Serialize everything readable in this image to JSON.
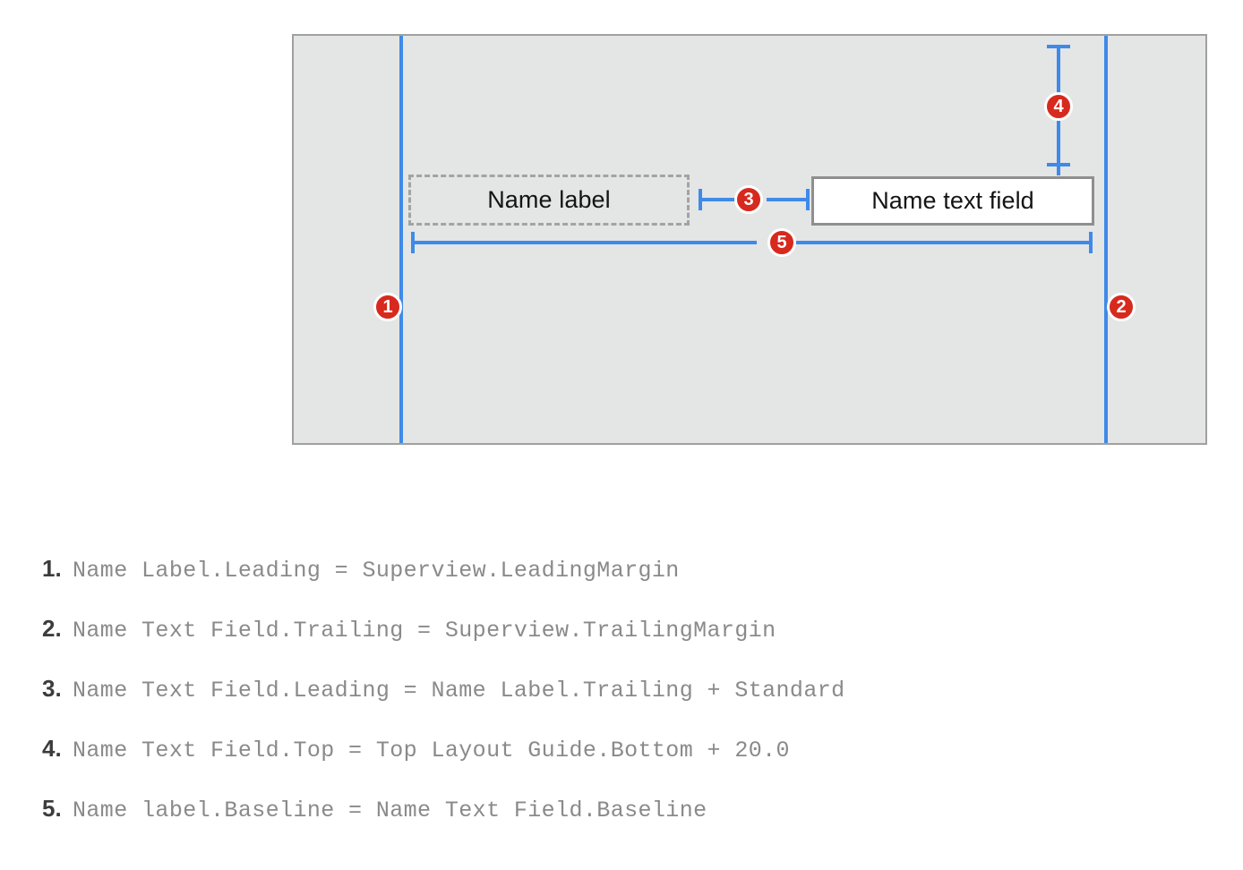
{
  "diagram": {
    "name": "auto-layout-constraint-diagram",
    "canvas_bg": "#e4e5e5",
    "canvas_border": "#a0a0a0",
    "guide_color": "#3f8ae8",
    "badge_color": "#d7291d",
    "badge_text_color": "#ffffff",
    "elements": {
      "name_label": "Name label",
      "name_text_field": "Name text field"
    },
    "guides": [
      {
        "name": "leading-margin-guide",
        "label": "1"
      },
      {
        "name": "trailing-margin-guide",
        "label": "2"
      }
    ],
    "badges": [
      {
        "id": "1",
        "label": "1",
        "name": "badge-1-leading-margin"
      },
      {
        "id": "2",
        "label": "2",
        "name": "badge-2-trailing-margin"
      },
      {
        "id": "3",
        "label": "3",
        "name": "badge-3-horizontal-spacing"
      },
      {
        "id": "4",
        "label": "4",
        "name": "badge-4-top-spacing"
      },
      {
        "id": "5",
        "label": "5",
        "name": "badge-5-baseline"
      }
    ]
  },
  "constraints": [
    {
      "number": "1.",
      "text": "Name Label.Leading = Superview.LeadingMargin"
    },
    {
      "number": "2.",
      "text": "Name Text Field.Trailing = Superview.TrailingMargin"
    },
    {
      "number": "3.",
      "text": "Name Text Field.Leading = Name Label.Trailing + Standard"
    },
    {
      "number": "4.",
      "text": "Name Text Field.Top = Top Layout Guide.Bottom + 20.0"
    },
    {
      "number": "5.",
      "text": "Name label.Baseline = Name Text Field.Baseline"
    }
  ]
}
